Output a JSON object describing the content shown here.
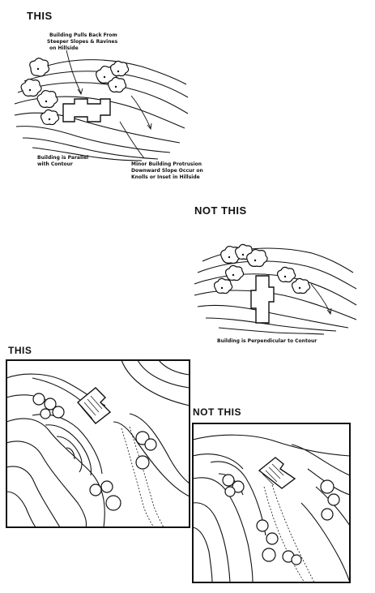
{
  "sections": {
    "top_this": {
      "heading": "THIS",
      "callout_1_lines": [
        "Building Pulls Back From",
        "Steeper Slopes & Ravines",
        "on Hillside"
      ],
      "callout_2_lines": [
        "Building is Parallel",
        "with Contour"
      ],
      "callout_3_lines": [
        "Minor Building Protrusion",
        "Downward Slope Occur on",
        "Knolls or Inset in Hillside"
      ]
    },
    "top_not_this": {
      "heading": "NOT THIS",
      "caption": "Building is Perpendicular to Contour"
    },
    "bottom_this": {
      "heading": "THIS"
    },
    "bottom_not_this": {
      "heading": "NOT THIS"
    }
  },
  "colors": {
    "ink": "#111111",
    "paper": "#ffffff"
  }
}
